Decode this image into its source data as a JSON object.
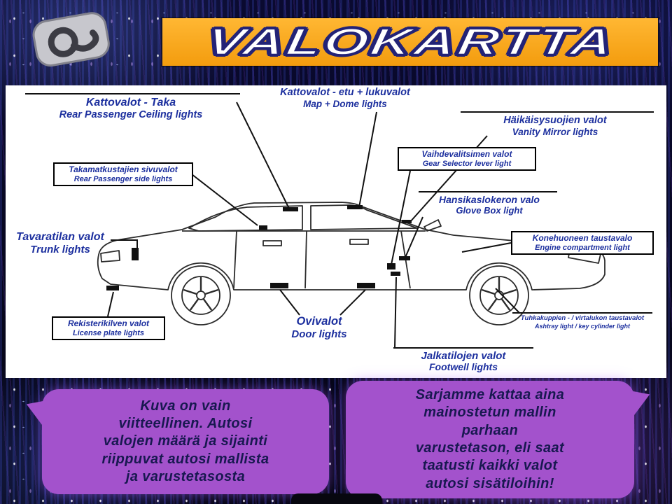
{
  "header": {
    "title": "VALOKARTTA",
    "banner_color": "#F6A21C",
    "logo_icon": "loop-clip-logo"
  },
  "diagram": {
    "label_color": "#1c2f9e",
    "labels": {
      "ceiling_rear": {
        "fi": "Kattovalot - Taka",
        "en": "Rear Passenger Ceiling lights"
      },
      "map_dome": {
        "fi": "Kattovalot - etu + lukuvalot",
        "en": "Map + Dome lights"
      },
      "vanity": {
        "fi": "Häikäisysuojien valot",
        "en": "Vanity Mirror lights"
      },
      "gear_selector": {
        "fi": "Vaihdevalitsimen valot",
        "en": "Gear Selector lever light"
      },
      "rear_side": {
        "fi": "Takamatkustajien sivuvalot",
        "en": "Rear Passenger side lights"
      },
      "glove_box": {
        "fi": "Hansikaslokeron valo",
        "en": "Glove Box light"
      },
      "trunk": {
        "fi": "Tavaratilan valot",
        "en": "Trunk lights"
      },
      "engine": {
        "fi": "Konehuoneen taustavalo",
        "en": "Engine compartment light"
      },
      "license_plate": {
        "fi": "Rekisterikilven valot",
        "en": "License plate lights"
      },
      "door": {
        "fi": "Ovivalot",
        "en": "Door lights"
      },
      "ashtray": {
        "fi": "Tuhkakuppien - / virtalukon taustavalot",
        "en": "Ashtray light / key cylinder light"
      },
      "footwell": {
        "fi": "Jalkatilojen valot",
        "en": "Footwell lights"
      }
    }
  },
  "bubbles": {
    "bubble_color": "#A352CC",
    "left": {
      "text": "Kuva on vain\nviitteellinen. Autosi\nvalojen määrä ja sijainti\nriippuvat autosi mallista\nja varustetasosta"
    },
    "right": {
      "text": "Sarjamme kattaa aina\nmainostetun mallin\nparhaan\nvarustetason, eli saat\ntaatusti kaikki valot\nautosi sisätiloihin!"
    }
  }
}
